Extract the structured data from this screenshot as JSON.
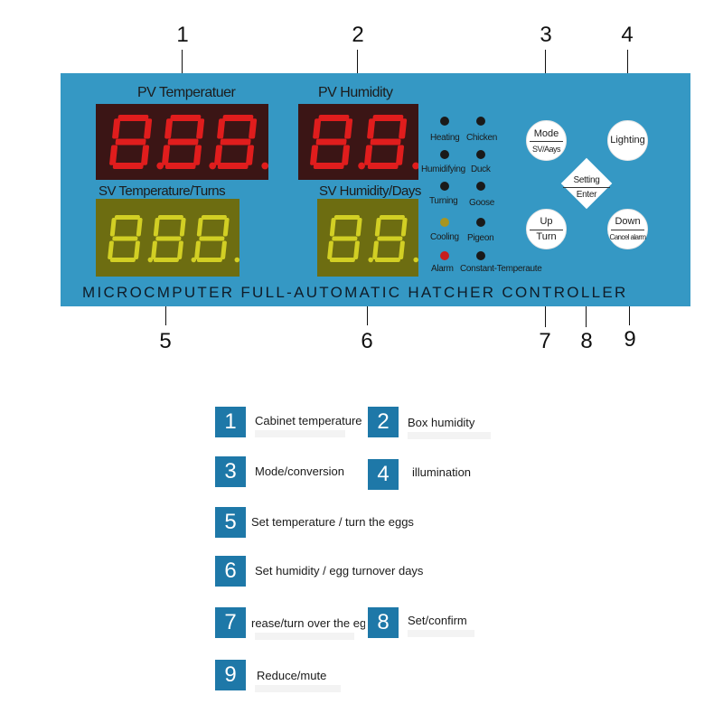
{
  "callouts": [
    "1",
    "2",
    "3",
    "4",
    "5",
    "6",
    "7",
    "8",
    "9"
  ],
  "panel": {
    "pv_temperature_label": "PV Temperatuer",
    "pv_humidity_label": "PV Humidity",
    "sv_temperature_label": "SV Temperature/Turns",
    "sv_humidity_label": "SV Humidity/Days",
    "title": "MICROCMPUTER FULL-AUTOMATIC HATCHER CONTROLLER"
  },
  "displays": {
    "pv_temperature": "888",
    "pv_humidity": "88",
    "sv_temperature": "888",
    "sv_humidity": "88"
  },
  "indicators": [
    {
      "label": "Heating",
      "color": "#1a1a1a"
    },
    {
      "label": "Chicken",
      "color": "#1a1a1a"
    },
    {
      "label": "Humidifying",
      "color": "#1a1a1a"
    },
    {
      "label": "Duck",
      "color": "#1a1a1a"
    },
    {
      "label": "Turning",
      "color": "#1a1a1a"
    },
    {
      "label": "Goose",
      "color": "#1a1a1a"
    },
    {
      "label": "Cooling",
      "color": "#a89520"
    },
    {
      "label": "Pigeon",
      "color": "#1a1a1a"
    },
    {
      "label": "Alarm",
      "color": "#c81e1e"
    },
    {
      "label": "Constant-Temperaute",
      "color": "#1a1a1a"
    }
  ],
  "buttons": {
    "mode": {
      "top": "Mode",
      "bottom": "SV/Aays"
    },
    "lighting": {
      "label": "Lighting"
    },
    "setting": {
      "top": "Setting",
      "bottom": "Enter"
    },
    "up": {
      "top": "Up",
      "bottom": "Turn"
    },
    "down": {
      "top": "Down",
      "bottom": "Cancel alarm"
    }
  },
  "legend": [
    {
      "num": "1",
      "text": "Cabinet temperature"
    },
    {
      "num": "2",
      "text": "Box humidity"
    },
    {
      "num": "3",
      "text": "Mode/conversion"
    },
    {
      "num": "4",
      "text": "illumination"
    },
    {
      "num": "5",
      "text": "Set temperature / turn the eggs"
    },
    {
      "num": "6",
      "text": "Set humidity / egg turnover days"
    },
    {
      "num": "7",
      "text": "rease/turn over the eg"
    },
    {
      "num": "8",
      "text": "Set/confirm"
    },
    {
      "num": "9",
      "text": "Reduce/mute"
    }
  ],
  "colors": {
    "panel": "#3598c4",
    "lcd_red_bg": "#3b1515",
    "lcd_red_segment": "#e01d1d",
    "lcd_green_bg": "#6d6d11",
    "lcd_green_segment": "#d2cf24",
    "legend_box": "#1e78a8"
  }
}
